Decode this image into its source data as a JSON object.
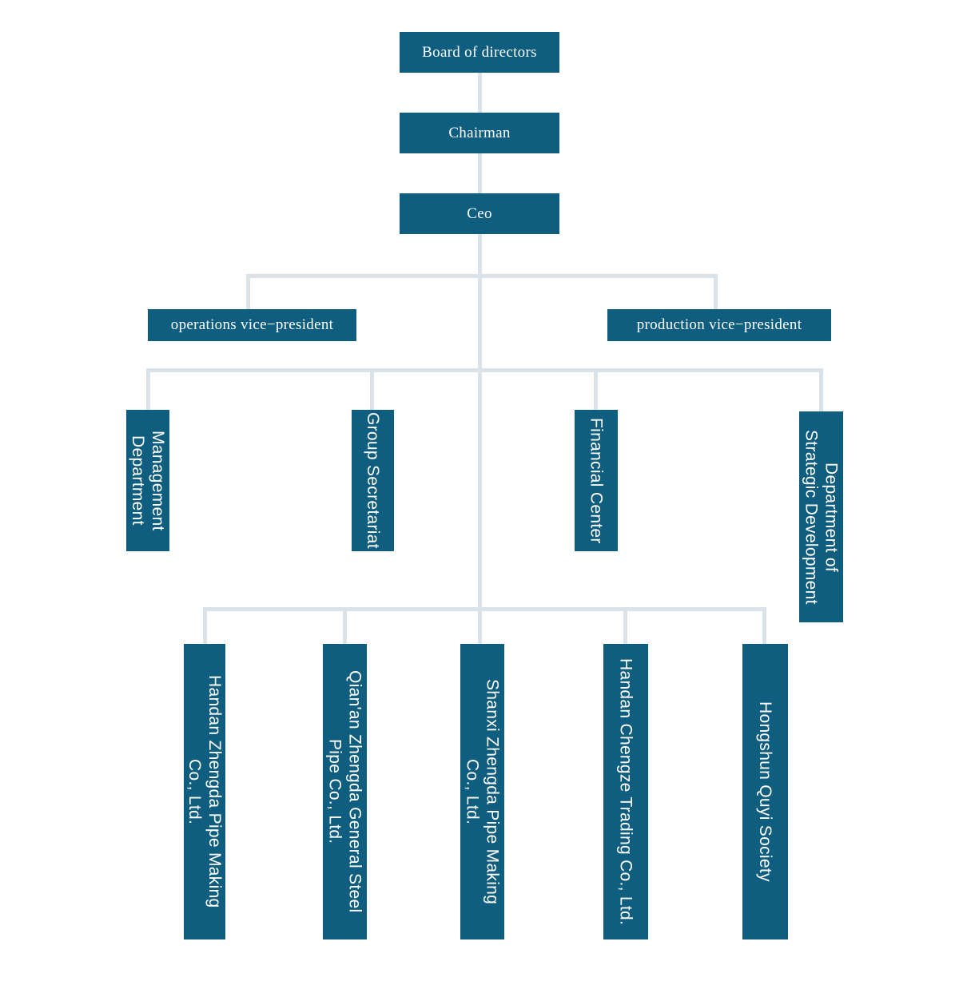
{
  "palette": {
    "node_fill": "#0f5e80",
    "connector": "#dce3e8",
    "node_text": "#ffffff"
  },
  "org_chart": {
    "nodes": {
      "board": {
        "label": "Board of directors"
      },
      "chairman": {
        "label": "Chairman"
      },
      "ceo": {
        "label": "Ceo"
      },
      "operations_vp": {
        "label": "operations vice−president"
      },
      "production_vp": {
        "label": "production vice−president"
      },
      "management_department": {
        "label": "Management\nDepartment"
      },
      "group_secretariat": {
        "label": "Group Secretariat"
      },
      "financial_center": {
        "label": "Financial Center"
      },
      "strategic_development": {
        "label": "Department of\nStrategic Development"
      },
      "handan_zhengda_pipe": {
        "label": "Handan Zhengda Pipe Making\nCo., Ltd."
      },
      "qianan_zhengda_steel": {
        "label": "Qian'an Zhengda General Steel\nPipe Co., Ltd."
      },
      "shanxi_zhengda_pipe": {
        "label": "Shanxi Zhengda Pipe Making\nCo., Ltd."
      },
      "handan_chengze_trading": {
        "label": "Handan Chengze Trading Co., Ltd."
      },
      "hongshun_quyi_society": {
        "label": "Hongshun Quyi Society"
      }
    }
  }
}
